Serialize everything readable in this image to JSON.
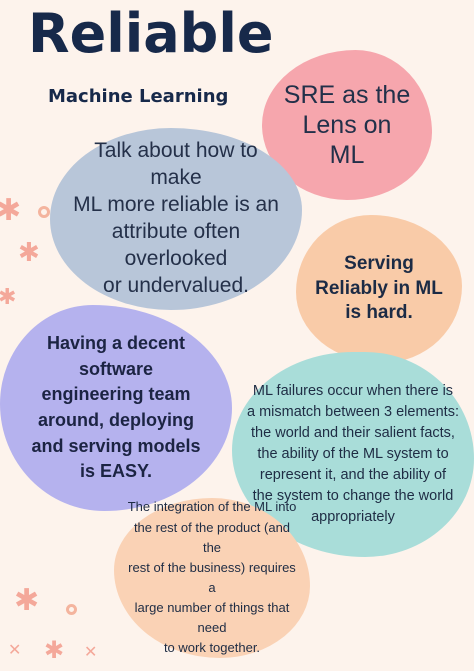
{
  "header": {
    "title": "Reliable",
    "subtitle": "Machine Learning"
  },
  "blobs": {
    "pink": [
      "SRE as the",
      "Lens on",
      "ML"
    ],
    "blue": [
      "Talk about how to make",
      "ML more reliable is an",
      "attribute often overlooked",
      "or undervalued."
    ],
    "peach": [
      "Serving",
      "Reliably in ML",
      "is hard."
    ],
    "purple": [
      "Having a decent",
      "software",
      "engineering team",
      "around, deploying",
      "and serving models",
      "is EASY."
    ],
    "teal": [
      "ML failures occur when there is",
      "a mismatch between 3 elements:",
      "the world and their salient facts,",
      "the ability of the ML system to",
      "represent it, and the ability of",
      "the system to change the world",
      "appropriately"
    ],
    "peach2": [
      "The integration of the ML into",
      "the rest of the product (and the",
      "rest of the business) requires a",
      "large number of things that need",
      "to work together."
    ]
  },
  "colors": {
    "background": "#fdf3ec",
    "title": "#17294a",
    "pink": "#f6a6ad",
    "blue": "#b8c6d9",
    "peach": "#f9cba8",
    "purple": "#b5b2ee",
    "teal": "#a9ddd9",
    "decoration": "#f4a89a"
  },
  "decorations": {
    "star": "✱",
    "cross": "✕"
  }
}
